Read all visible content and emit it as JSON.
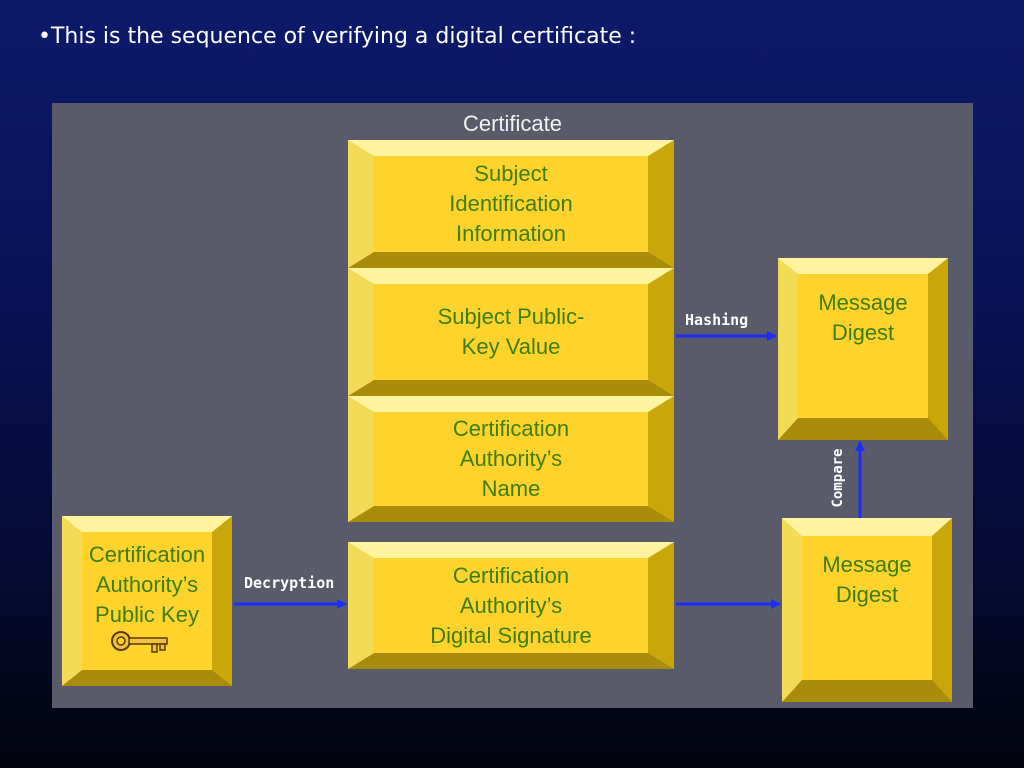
{
  "slide": {
    "title": "•This is the sequence of verifying  a digital certificate :"
  },
  "certificate": {
    "title": "Certificate",
    "fields": [
      "Subject\nIdentification\nInformation",
      "Subject Public-\nKey Value",
      "Certification\nAuthority’s\nName",
      "Certification\nAuthority’s\nDigital Signature"
    ]
  },
  "ca_key": {
    "label": "Certification\nAuthority’s\nPublic Key",
    "icon": "key-icon"
  },
  "digests": {
    "top": "Message\nDigest",
    "bottom": "Message\nDigest"
  },
  "arrows": {
    "hashing": "Hashing",
    "decryption": "Decryption",
    "compare": "Compare"
  },
  "colors": {
    "box_face": "#fed42c",
    "box_text": "#3e7d12",
    "arrow": "#1a2dff",
    "panel": "#595a6a"
  }
}
